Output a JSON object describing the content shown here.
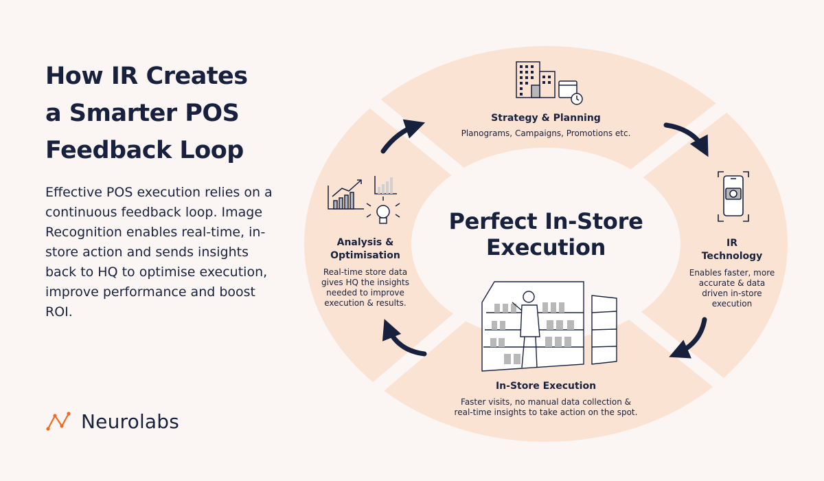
{
  "heading": {
    "lines": [
      "How IR Creates",
      "a Smarter POS",
      "Feedback Loop"
    ]
  },
  "intro": {
    "text": "Effective POS execution relies on a continuous feedback loop. Image Recognition enables real-time, in-store action and sends insights back to HQ to optimise execution, improve performance and boost ROI."
  },
  "brand": {
    "name": "Neurolabs",
    "accent": "#f26a21"
  },
  "diagram": {
    "center": [
      "Perfect In-Store",
      "Execution"
    ],
    "stages": {
      "strategy": {
        "title": "Strategy & Planning",
        "desc": "Planograms, Campaigns, Promotions etc.",
        "icon": "office-building-calendar-icon"
      },
      "ir": {
        "title": [
          "IR",
          "Technology"
        ],
        "desc": [
          "Enables faster, more",
          "accurate & data",
          "driven in-store",
          "execution"
        ],
        "icon": "smartphone-camera-scan-icon"
      },
      "execution": {
        "title": "In-Store Execution",
        "desc": [
          "Faster visits, no manual data collection &",
          "real-time insights to take action on the spot."
        ],
        "icon": "shopper-at-shelf-icon"
      },
      "analysis": {
        "title": [
          "Analysis &",
          "Optimisation"
        ],
        "desc": [
          "Real-time store data",
          "gives HQ the insights",
          "needed to improve",
          "execution & results."
        ],
        "icon": "growth-chart-lightbulb-icon"
      }
    },
    "colors": {
      "ring": "#fbe3d3",
      "background": "#fbf6f3",
      "ink": "#17203d"
    }
  }
}
